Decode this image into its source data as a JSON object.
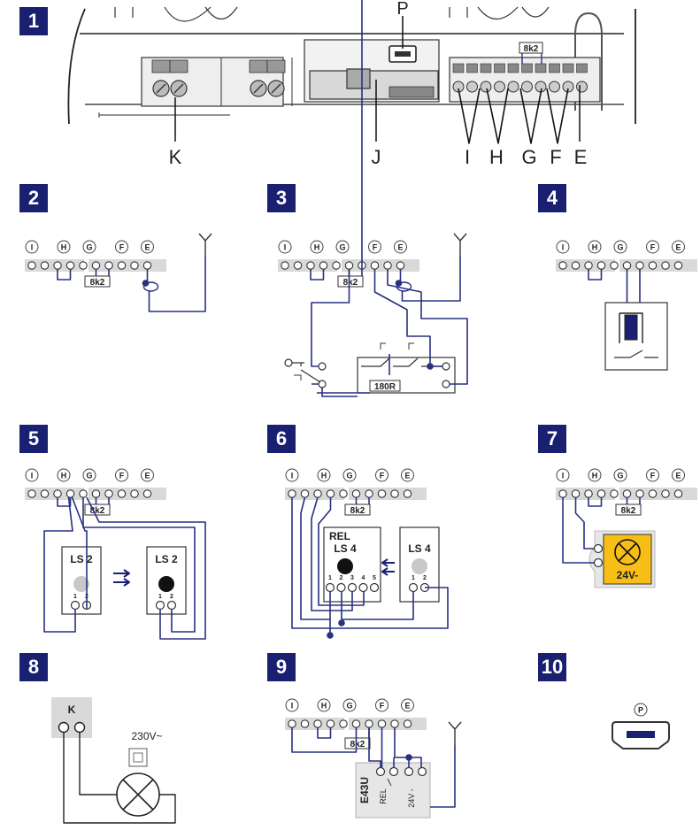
{
  "colors": {
    "navy": "#1a2070",
    "wire": "#283080",
    "strip": "#d9d9d9",
    "device": "#e6e6e6",
    "lamp": "#f7bf16",
    "grey_dot": "#c8c8c8"
  },
  "panel_numbers": [
    "1",
    "2",
    "3",
    "4",
    "5",
    "6",
    "7",
    "8",
    "9",
    "10"
  ],
  "panel1": {
    "labels": {
      "P": "P",
      "K": "K",
      "J": "J",
      "I": "I",
      "H": "H",
      "G": "G",
      "F": "F",
      "E": "E"
    },
    "resistor": "8k2"
  },
  "terminals": {
    "I": "I",
    "H": "H",
    "G": "G",
    "F": "F",
    "E": "E",
    "P": "P"
  },
  "resistor_label": "8k2",
  "panel3": {
    "resistor": "180R"
  },
  "panel5": {
    "left": "LS 2",
    "right": "LS 2",
    "pins": [
      "1",
      "2"
    ]
  },
  "panel6": {
    "rel": "REL",
    "ls4_left": "LS 4",
    "ls4_right": "LS 4",
    "pins_left": [
      "1",
      "2",
      "3",
      "4",
      "5"
    ],
    "pins_right": [
      "1",
      "2"
    ]
  },
  "panel7": {
    "lamp": "24V-"
  },
  "panel8": {
    "k": "K",
    "voltage": "230V~"
  },
  "panel9": {
    "module": "E43U",
    "rel": "REL",
    "v24": "24V -"
  },
  "icons": [
    "antenna-icon",
    "door-icon",
    "key-switch-icon",
    "lamp-icon",
    "usb-port-icon",
    "double-insulation-icon",
    "arrows-icon"
  ]
}
